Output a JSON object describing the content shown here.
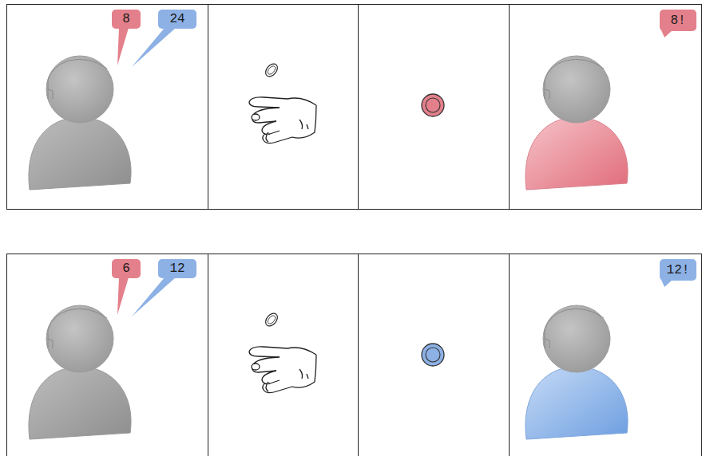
{
  "diagram": {
    "nodes": [
      {
        "text": [
          "8"
        ]
      },
      {
        "text": [
          "24"
        ]
      },
      {
        "text": [
          "8!"
        ]
      },
      {
        "text": [
          "6"
        ]
      },
      {
        "text": [
          "12"
        ]
      },
      {
        "text": [
          "12!"
        ]
      }
    ]
  }
}
